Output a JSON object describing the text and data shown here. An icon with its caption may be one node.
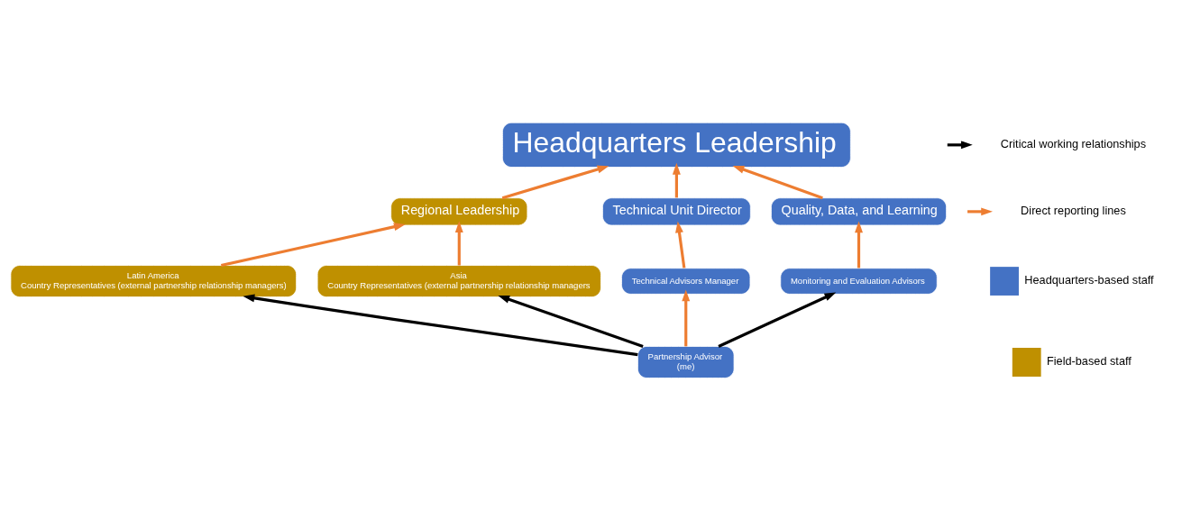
{
  "diagram": {
    "nodes": [
      {
        "text": [
          "Headquarters Leadership"
        ]
      },
      {
        "text": [
          "Regional Leadership"
        ]
      },
      {
        "text": [
          "Technical Unit Director"
        ]
      },
      {
        "text": [
          "Quality, Data, and Learning"
        ]
      },
      {
        "text": [
          "Latin America",
          "Country Representatives (external partnership relationship managers)"
        ]
      },
      {
        "text": [
          "Asia",
          "Country Representatives (external partnership relationship managers"
        ]
      },
      {
        "text": [
          "Technical Advisors Manager"
        ]
      },
      {
        "text": [
          "Monitoring and Evaluation Advisors"
        ]
      },
      {
        "text": [
          "Partnership Advisor",
          "(me)"
        ]
      }
    ],
    "edges": [
      {
        "from": 1,
        "to": 0,
        "arrow": "to"
      },
      {
        "from": 2,
        "to": 0,
        "arrow": "to"
      },
      {
        "from": 3,
        "to": 0,
        "arrow": "to"
      },
      {
        "from": 4,
        "to": 1,
        "arrow": "to"
      },
      {
        "from": 5,
        "to": 1,
        "arrow": "to"
      },
      {
        "from": 6,
        "to": 2,
        "arrow": "to"
      },
      {
        "from": 7,
        "to": 3,
        "arrow": "to"
      },
      {
        "from": 8,
        "to": 6,
        "arrow": "to"
      },
      {
        "from": 8,
        "to": 4,
        "arrow": "to",
        "color": "#000000"
      },
      {
        "from": 8,
        "to": 5,
        "arrow": "to",
        "color": "#000000"
      },
      {
        "from": 8,
        "to": 7,
        "arrow": "to",
        "color": "#000000"
      }
    ],
    "legend": [
      {
        "text": "Critical working relationships"
      },
      {
        "text": "Direct reporting lines"
      },
      {
        "text": "Headquarters-based staff",
        "color": "#4472c4"
      },
      {
        "text": "Field-based staff",
        "color": "#bf9000"
      }
    ]
  }
}
